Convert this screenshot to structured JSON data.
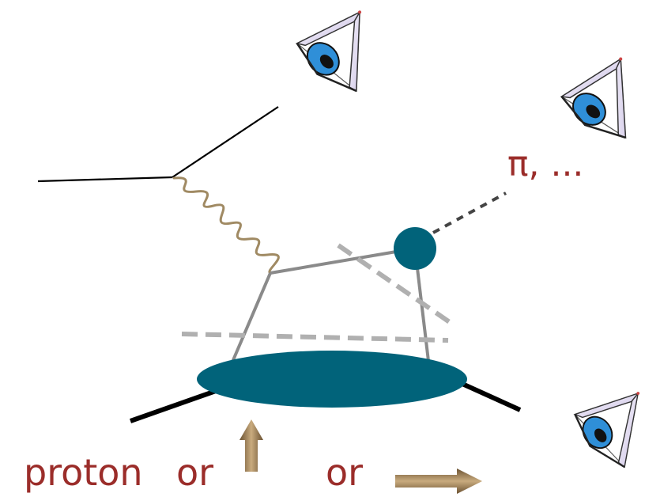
{
  "labels": {
    "hadron": "π, ...",
    "proton": "proton",
    "or_first": "or",
    "or_second": "or"
  },
  "colors": {
    "text_red": "#9b2d2a",
    "blob_teal": "#01637a",
    "photon_brown": "#a08a63",
    "line_gray": "#8a8a8a",
    "cut_gray": "#b0b0b0",
    "arrow_tan": "#a8875a",
    "eye_iris": "#2f8fd8"
  },
  "icons": [
    "eye-icon",
    "eye-icon",
    "eye-icon",
    "spin-up-arrow-icon",
    "spin-right-arrow-icon"
  ]
}
